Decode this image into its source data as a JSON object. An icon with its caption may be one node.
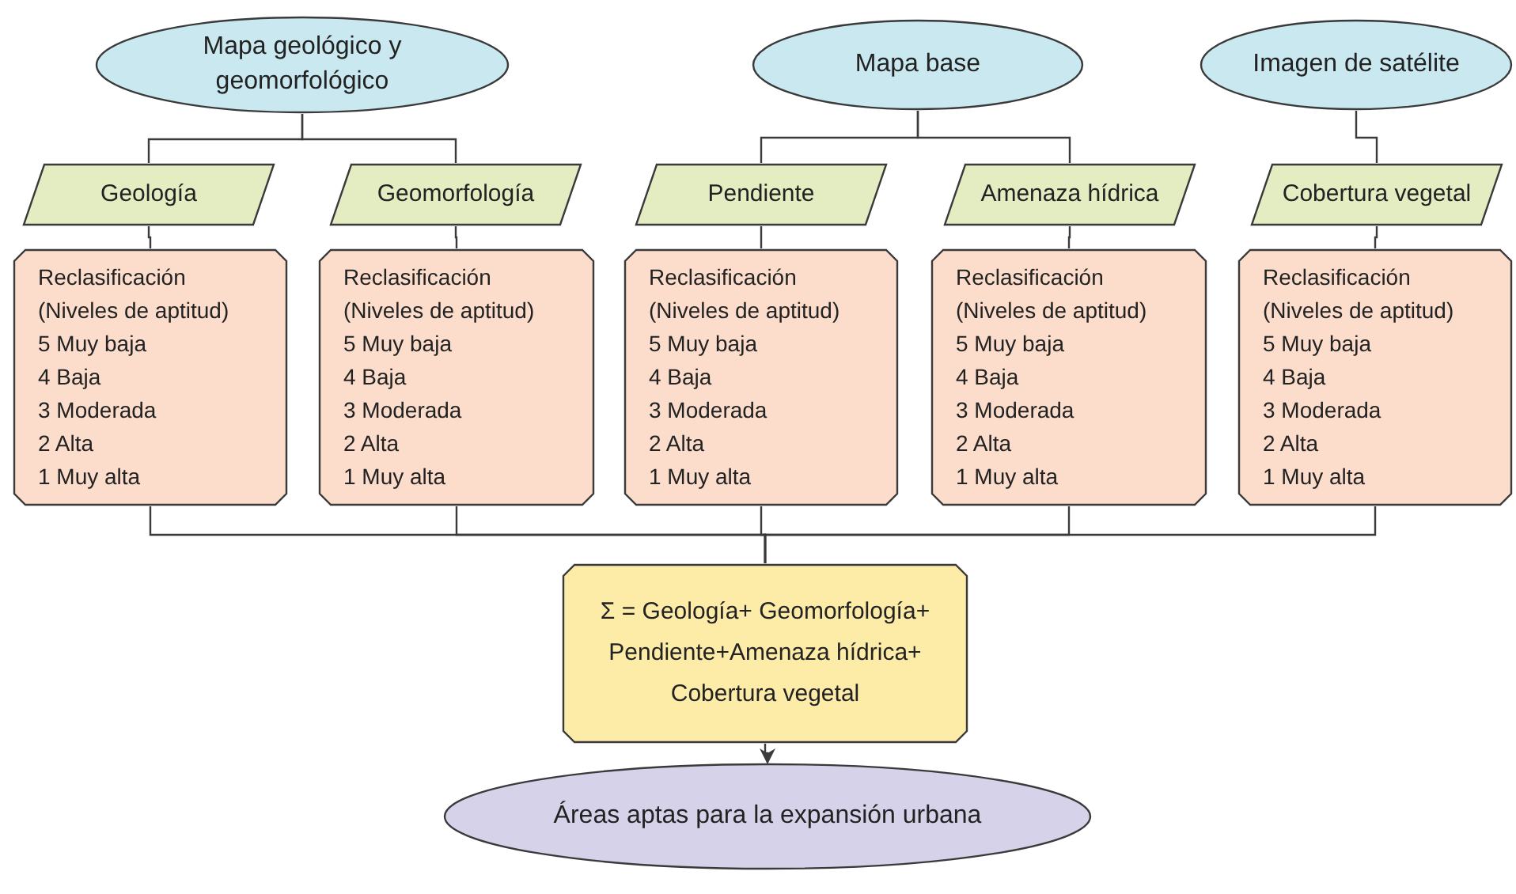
{
  "diagram": {
    "nodes": [
      {
        "text": [
          "Mapa geológico y geomorfológico"
        ]
      },
      {
        "text": [
          "Mapa base"
        ]
      },
      {
        "text": [
          "Imagen de satélite"
        ]
      },
      {
        "text": [
          "Geología"
        ]
      },
      {
        "text": [
          "Geomorfología"
        ]
      },
      {
        "text": [
          "Pendiente"
        ]
      },
      {
        "text": [
          "Amenaza hídrica"
        ]
      },
      {
        "text": [
          "Cobertura vegetal"
        ]
      },
      {
        "text": [
          "Reclasificación",
          "(Niveles de aptitud)",
          "5 Muy baja",
          "4 Baja",
          "3 Moderada",
          "2 Alta",
          "1 Muy alta"
        ]
      },
      {
        "text": [
          "Reclasificación",
          "(Niveles de aptitud)",
          "5 Muy baja",
          "4 Baja",
          "3 Moderada",
          "2 Alta",
          "1 Muy alta"
        ]
      },
      {
        "text": [
          "Reclasificación",
          "(Niveles de aptitud)",
          "5 Muy baja",
          "4 Baja",
          "3 Moderada",
          "2 Alta",
          "1 Muy alta"
        ]
      },
      {
        "text": [
          "Reclasificación",
          "(Niveles de aptitud)",
          "5 Muy baja",
          "4 Baja",
          "3 Moderada",
          "2 Alta",
          "1 Muy alta"
        ]
      },
      {
        "text": [
          "Reclasificación",
          "(Niveles de aptitud)",
          "5 Muy baja",
          "4 Baja",
          "3 Moderada",
          "2 Alta",
          "1 Muy alta"
        ]
      },
      {
        "text": [
          "Σ = Geología+ Geomorfología+ Pendiente+Amenaza hídrica+ Cobertura vegetal"
        ]
      },
      {
        "text": [
          "Áreas aptas para la expansión urbana"
        ]
      }
    ],
    "edges": [
      {
        "from": 0,
        "to": 3,
        "arrow": "none"
      },
      {
        "from": 0,
        "to": 4,
        "arrow": "none"
      },
      {
        "from": 1,
        "to": 5,
        "arrow": "none"
      },
      {
        "from": 1,
        "to": 6,
        "arrow": "none"
      },
      {
        "from": 2,
        "to": 7,
        "arrow": "none"
      },
      {
        "from": 3,
        "to": 8,
        "arrow": "none"
      },
      {
        "from": 4,
        "to": 9,
        "arrow": "none"
      },
      {
        "from": 5,
        "to": 10,
        "arrow": "none"
      },
      {
        "from": 6,
        "to": 11,
        "arrow": "none"
      },
      {
        "from": 7,
        "to": 12,
        "arrow": "none"
      },
      {
        "from": 8,
        "to": 13,
        "arrow": "none"
      },
      {
        "from": 9,
        "to": 13,
        "arrow": "none"
      },
      {
        "from": 10,
        "to": 13,
        "arrow": "none"
      },
      {
        "from": 11,
        "to": 13,
        "arrow": "none"
      },
      {
        "from": 12,
        "to": 13,
        "arrow": "none"
      },
      {
        "from": 13,
        "to": 14,
        "arrow": "to"
      }
    ]
  }
}
